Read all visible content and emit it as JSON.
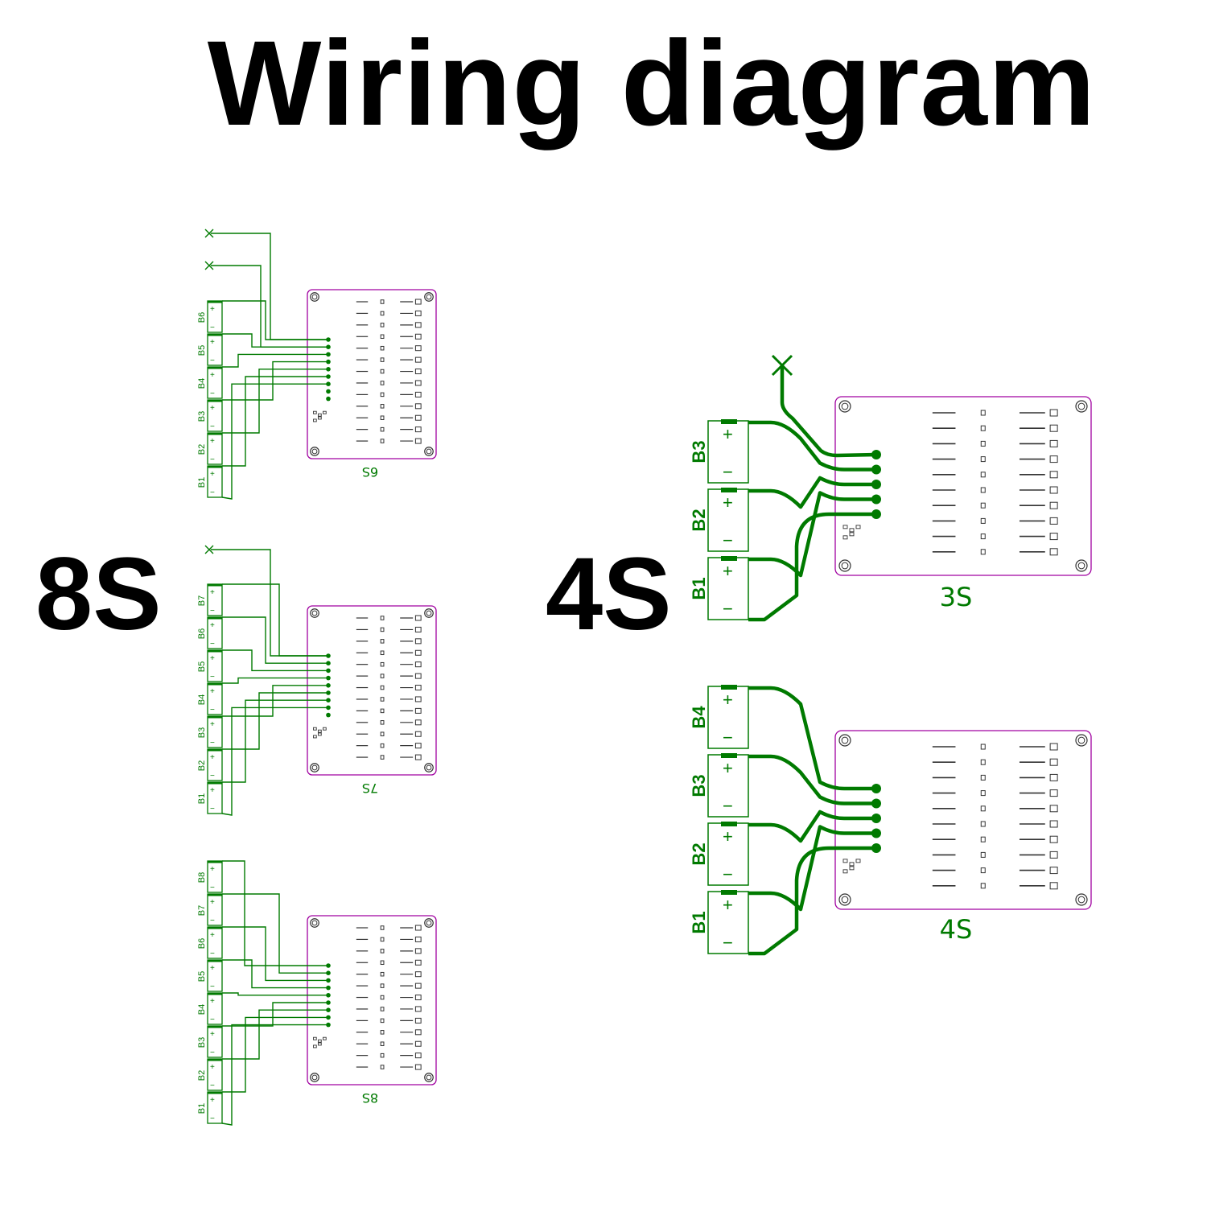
{
  "title": "Wiring diagram",
  "groups": [
    {
      "label": "8S",
      "boards": [
        "6S",
        "7S",
        "8S"
      ]
    },
    {
      "label": "4S",
      "boards": [
        "3S",
        "4S"
      ]
    }
  ],
  "boards": [
    {
      "id": "b6",
      "name": "6S",
      "cells": [
        "B6",
        "B5",
        "B4",
        "B3",
        "B2",
        "B1"
      ],
      "unused": 2
    },
    {
      "id": "b7",
      "name": "7S",
      "cells": [
        "B7",
        "B6",
        "B5",
        "B4",
        "B3",
        "B2",
        "B1"
      ],
      "unused": 1
    },
    {
      "id": "b8",
      "name": "8S",
      "cells": [
        "B8",
        "B7",
        "B6",
        "B5",
        "B4",
        "B3",
        "B2",
        "B1"
      ],
      "unused": 0
    },
    {
      "id": "b3",
      "name": "3S",
      "cells": [
        "B3",
        "B2",
        "B1"
      ],
      "unused": 1
    },
    {
      "id": "b4",
      "name": "4S",
      "cells": [
        "B4",
        "B3",
        "B2",
        "B1"
      ],
      "unused": 0
    }
  ],
  "cell_signs": {
    "plus": "+",
    "minus": "−"
  },
  "colors": {
    "wire": "#007a00",
    "board_outline": "#a000a0",
    "text": "#000000"
  }
}
